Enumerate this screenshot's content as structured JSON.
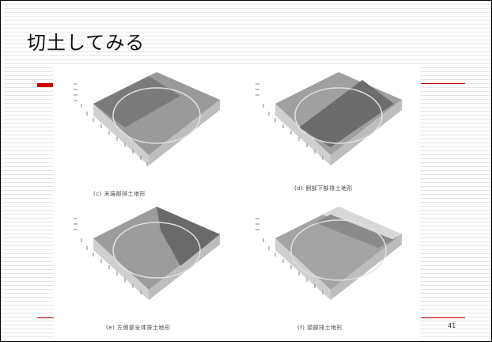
{
  "slide": {
    "title": "切土してみる",
    "page_number": "41"
  },
  "figures": [
    {
      "caption": "(c) 末端部排土地形"
    },
    {
      "caption": "(d) 側部下部排土地形"
    },
    {
      "caption": "(e) 左側部全体排土地形"
    },
    {
      "caption": "(f) 頭部排土地形"
    }
  ],
  "colors": {
    "accent": "#cc0000",
    "stripe": "#e6e6e6"
  }
}
